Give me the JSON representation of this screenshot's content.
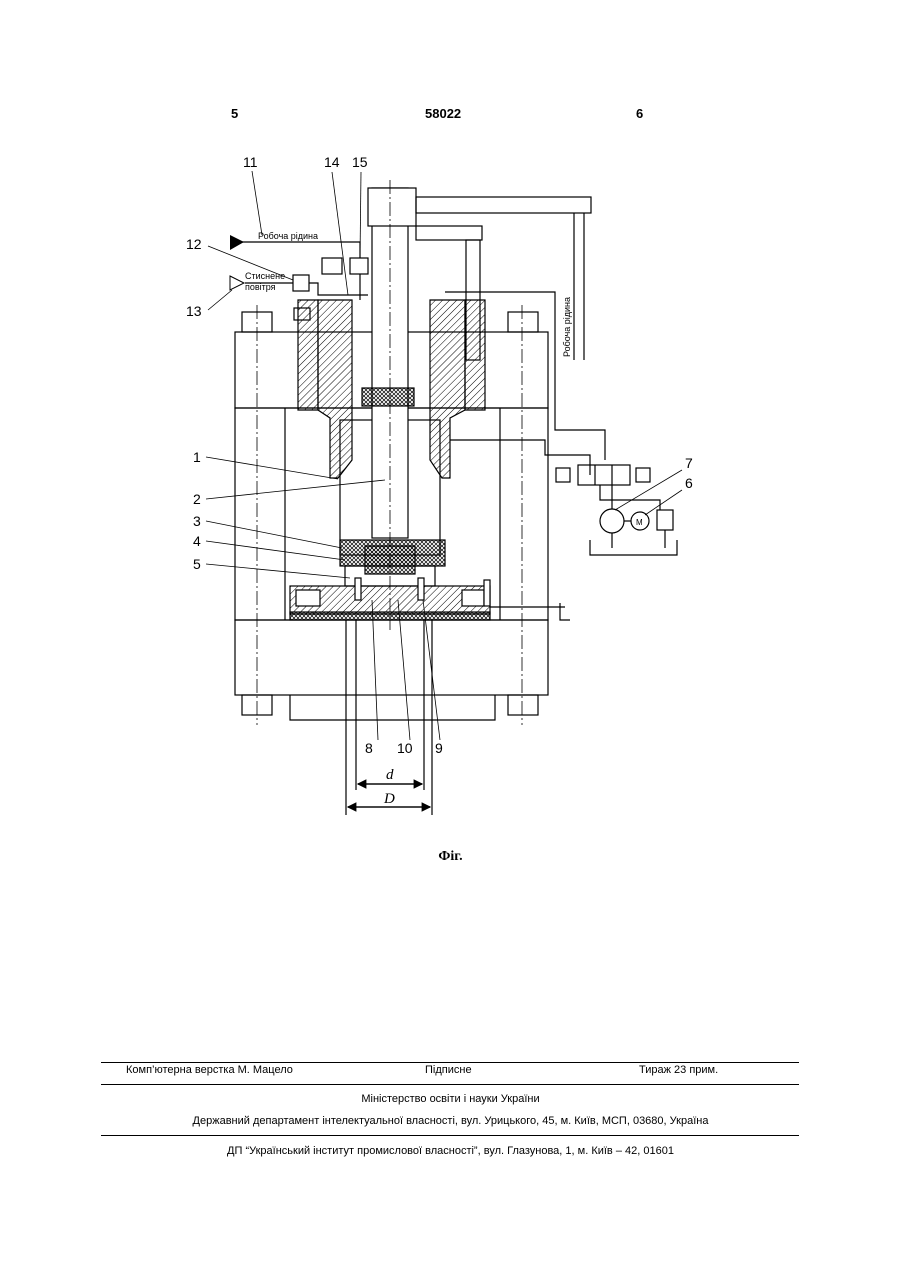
{
  "header": {
    "page_left": "5",
    "patent_number": "58022",
    "page_right": "6"
  },
  "figure": {
    "part_labels": [
      "1",
      "2",
      "3",
      "4",
      "5",
      "6",
      "7",
      "8",
      "9",
      "10",
      "11",
      "12",
      "13",
      "14",
      "15"
    ],
    "text_labels": {
      "working_fluid_left": "Робоча рідина",
      "compressed_air_1": "Стиснене",
      "compressed_air_2": "повітря",
      "working_fluid_right": "Робоча рідина",
      "dim_small": "d",
      "dim_large": "D",
      "motor": "M"
    },
    "caption": "Фіг."
  },
  "footer": {
    "typesetting": "Комп’ютерна верстка М. Мацело",
    "signed": "Підписне",
    "print_run": "Тираж 23 прим.",
    "ministry": "Міністерство освіти і науки України",
    "department": "Державний департамент інтелектуальної власності, вул. Урицького, 45, м. Київ, МСП, 03680, Україна",
    "institute": "ДП “Український інститут промислової власності”, вул. Глазунова, 1, м. Київ – 42, 01601"
  }
}
